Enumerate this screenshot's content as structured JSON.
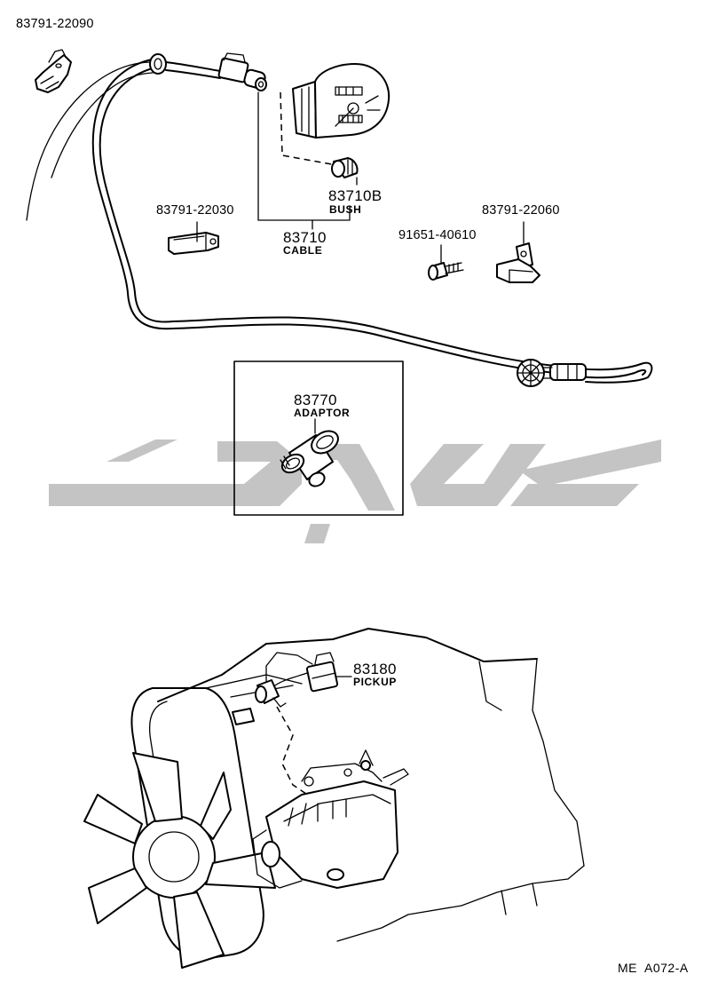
{
  "labels": {
    "clamp_top_left": "83791-22090",
    "bush_number": "83710B",
    "bush_name": "BUSH",
    "clamp_middle": "83791-22030",
    "cable_number": "83710",
    "cable_name": "CABLE",
    "bolt": "91651-40610",
    "clamp_right": "83791-22060",
    "adaptor_number": "83770",
    "adaptor_name": "ADAPTOR",
    "pickup_number": "83180",
    "pickup_name": "PICKUP",
    "diagram_code": "ME  A072-A"
  },
  "colors": {
    "line": "#000000",
    "watermark": "#c4c4c4",
    "background": "#ffffff"
  }
}
